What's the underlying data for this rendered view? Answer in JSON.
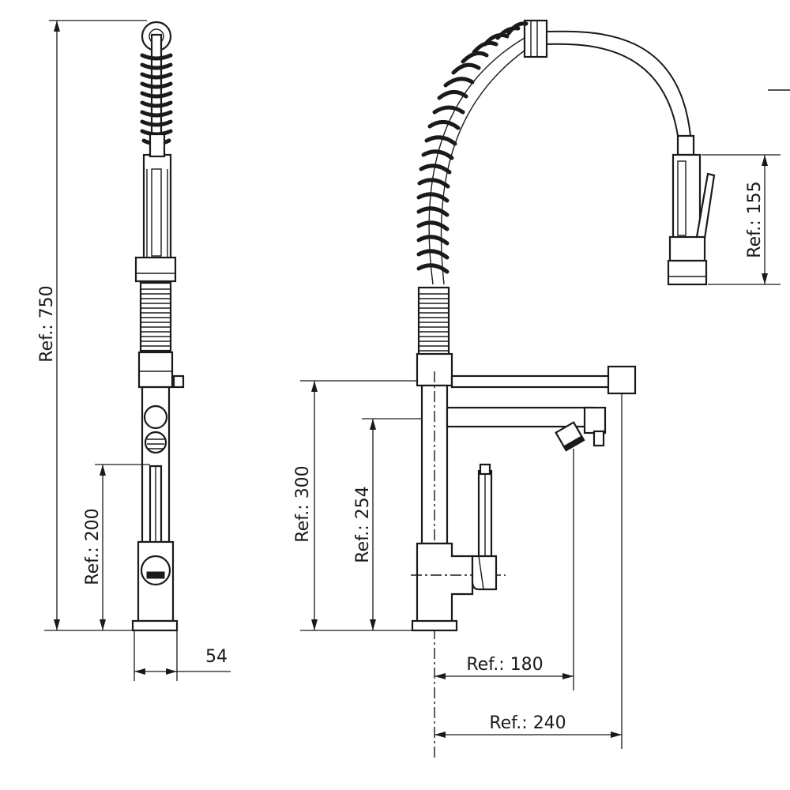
{
  "drawing": {
    "front_view": {
      "height_total": "Ref.: 750",
      "height_lever": "Ref.: 200",
      "base_width": "54"
    },
    "side_view": {
      "height_upper_spout": "Ref.: 300",
      "height_lower_spout": "Ref.: 254",
      "reach_lower": "Ref.: 180",
      "reach_upper": "Ref.: 240",
      "sprayhead_length": "Ref.: 155"
    },
    "colors": {
      "line": "#1a1a1a",
      "background": "#ffffff"
    }
  }
}
